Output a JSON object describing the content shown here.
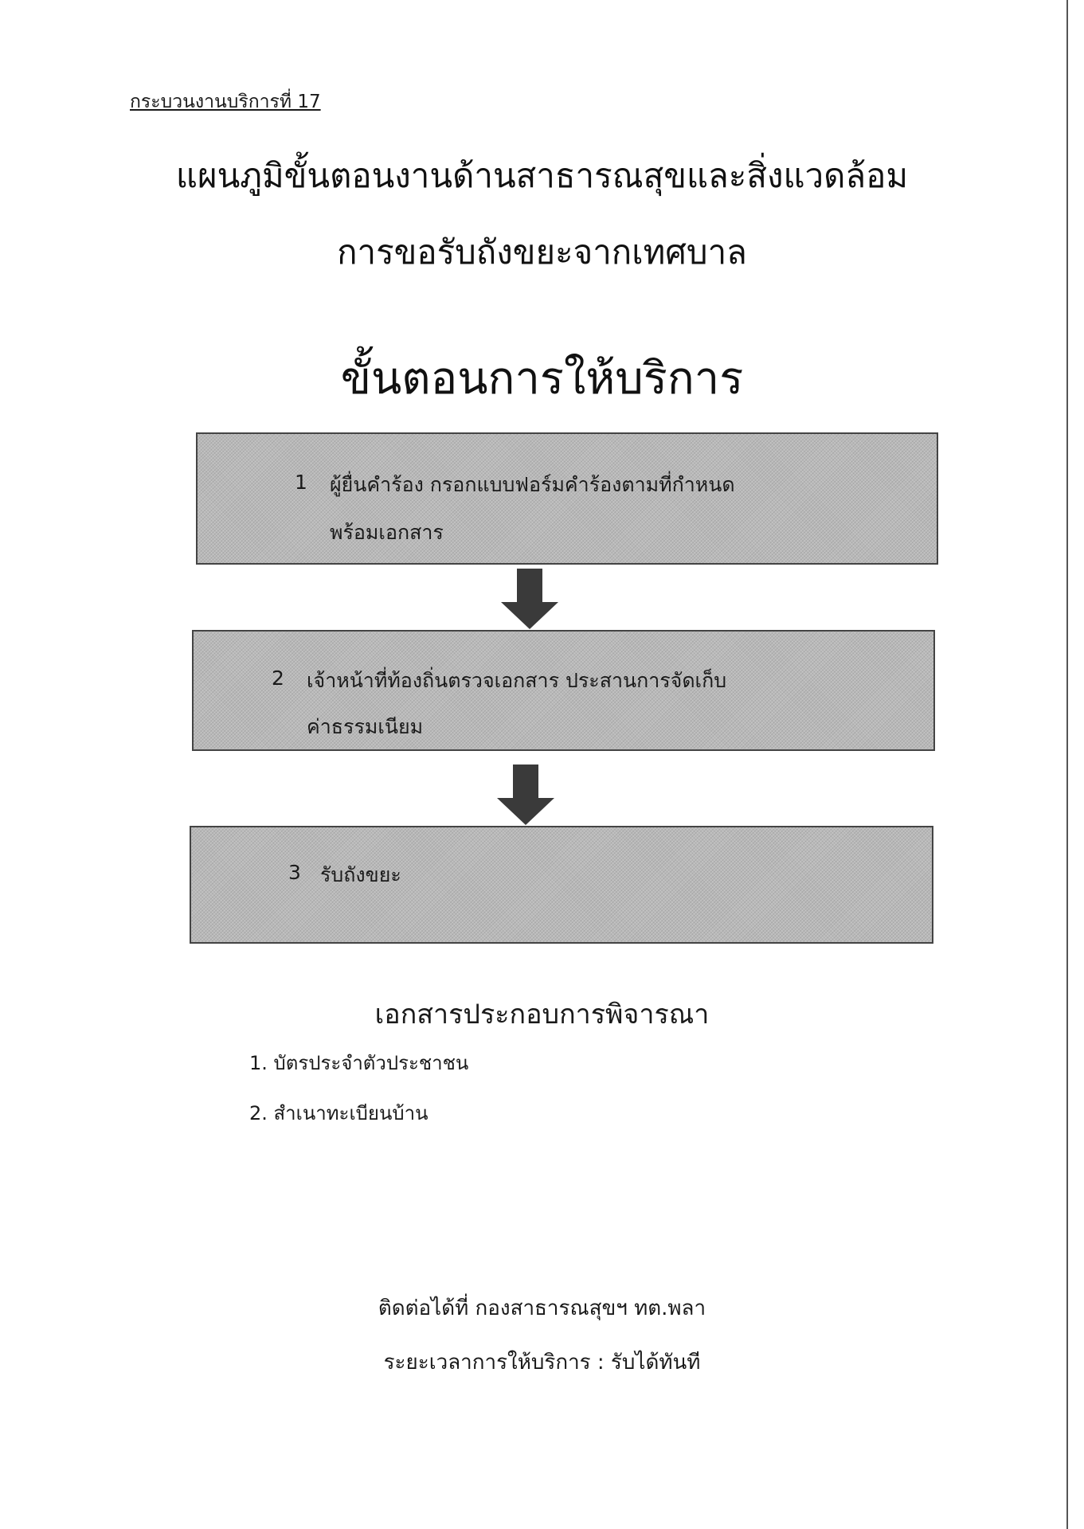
{
  "header": {
    "service_ref": "กระบวนงานบริการที่ 17",
    "title_line1": "แผนภูมิขั้นตอนงานด้านสาธารณสุขและสิ่งแวดล้อม",
    "title_line2": "การขอรับถังขยะจากเทศบาล",
    "section_title": "ขั้นตอนการให้บริการ"
  },
  "steps": [
    {
      "number": "1",
      "line1": "ผู้ยื่นคำร้อง  กรอกแบบฟอร์มคำร้องตามที่กำหนด",
      "line2": "พร้อมเอกสาร"
    },
    {
      "number": "2",
      "line1": "เจ้าหน้าที่ท้องถิ่นตรวจเอกสาร ประสานการจัดเก็บ",
      "line2": "ค่าธรรมเนียม"
    },
    {
      "number": "3",
      "line1": "รับถังขยะ"
    }
  ],
  "documents": {
    "heading": "เอกสารประกอบการพิจารณา",
    "items": [
      "1.  บัตรประจำตัวประชาชน",
      "2.  สำเนาทะเบียนบ้าน"
    ]
  },
  "contact": {
    "line1": "ติดต่อได้ที่  กองสาธารณสุขฯ ทต.พลา",
    "line2": "ระยะเวลาการให้บริการ : รับได้ทันที"
  },
  "colors": {
    "box_fill": "#b9b9b9",
    "arrow_fill": "#3a3a3a"
  }
}
